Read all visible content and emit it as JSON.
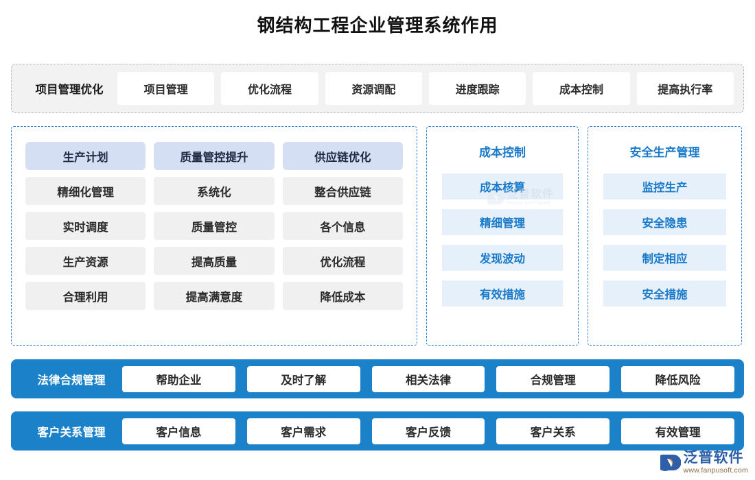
{
  "page": {
    "title": "钢结构工程企业管理系统作用"
  },
  "project_band": {
    "title": "项目管理优化",
    "chips": [
      "项目管理",
      "优化流程",
      "资源调配",
      "进度跟踪",
      "成本控制",
      "提高执行率"
    ]
  },
  "production_panel": {
    "columns": [
      {
        "head": "生产计划",
        "items": [
          "精细化管理",
          "实时调度",
          "生产资源",
          "合理利用"
        ]
      },
      {
        "head": "质量管控提升",
        "items": [
          "系统化",
          "质量管控",
          "提高质量",
          "提高满意度"
        ]
      },
      {
        "head": "供应链优化",
        "items": [
          "整合供应链",
          "各个信息",
          "优化流程",
          "降低成本"
        ]
      }
    ]
  },
  "cost_panel": {
    "head": "成本控制",
    "items": [
      "成本核算",
      "精细管理",
      "发现波动",
      "有效措施"
    ]
  },
  "safety_panel": {
    "head": "安全生产管理",
    "items": [
      "监控生产",
      "安全隐患",
      "制定相应",
      "安全措施"
    ]
  },
  "legal_bar": {
    "title": "法律合规管理",
    "chips": [
      "帮助企业",
      "及时了解",
      "相关法律",
      "合规管理",
      "降低风险"
    ]
  },
  "customer_bar": {
    "title": "客户关系管理",
    "chips": [
      "客户信息",
      "客户需求",
      "客户反馈",
      "客户关系",
      "有效管理"
    ]
  },
  "watermark": {
    "cn": "泛普软件",
    "en": "FANPU SOFTWARE"
  },
  "corner_logo": {
    "cn": "泛普软件",
    "url": "www.fanpusoft.com"
  },
  "colors": {
    "brand_blue": "#1b82ca",
    "text_blue": "#1a7ac9",
    "panel_border_blue": "#2f7fd0",
    "chip_gray": "#f0f0f0",
    "head_lavender": "#d5dff3",
    "blue_item_bg": "#e6f0fa",
    "band_gray": "#f2f2f2",
    "logo_blue": "#2f5fa8"
  }
}
